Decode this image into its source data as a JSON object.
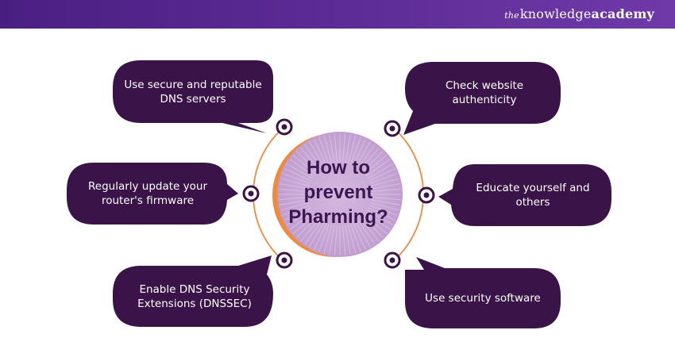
{
  "brand": {
    "prefix": "the",
    "word1": "knowledge",
    "word2": "academy"
  },
  "center": {
    "title": "How to prevent Pharming?"
  },
  "tips": [
    {
      "text": "Use secure and reputable DNS servers"
    },
    {
      "text": "Check website authenticity"
    },
    {
      "text": "Regularly update your router's firmware"
    },
    {
      "text": "Educate yourself and others"
    },
    {
      "text": "Enable DNS Security Extensions (DNSSEC)"
    },
    {
      "text": "Use security software"
    }
  ],
  "colors": {
    "header": "#5b2a94",
    "bubble": "#3a1448",
    "orange": "#f08a3c",
    "circle": "#c9a7d6",
    "text_dark": "#3b1650"
  }
}
